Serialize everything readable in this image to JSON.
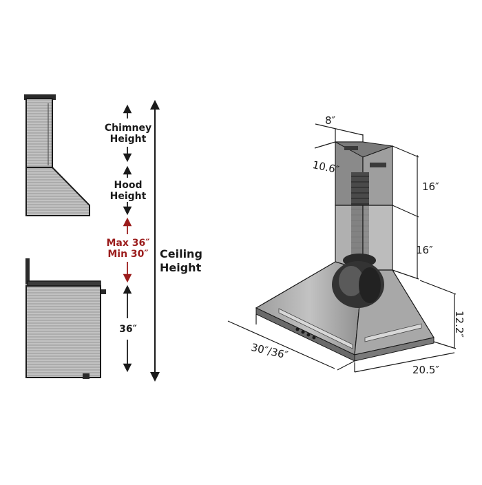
{
  "left_diagram": {
    "chimney_height": [
      "Chimney",
      "Height"
    ],
    "hood_height": [
      "Hood",
      "Height"
    ],
    "clearance": [
      "Max 36″",
      "Min 30″"
    ],
    "counter_height": "36″",
    "ceiling_height": [
      "Ceiling",
      "Height"
    ]
  },
  "hood_dimensions": {
    "chimney_width": "8″",
    "chimney_depth": "10.6″",
    "upper_chimney": "16″",
    "lower_chimney": "16″",
    "hood_height": "12.2″",
    "hood_width": "30″/36″",
    "hood_depth": "20.5″"
  },
  "colors": {
    "clearance": "#9b1c1c",
    "outline": "#1a1a1a"
  }
}
